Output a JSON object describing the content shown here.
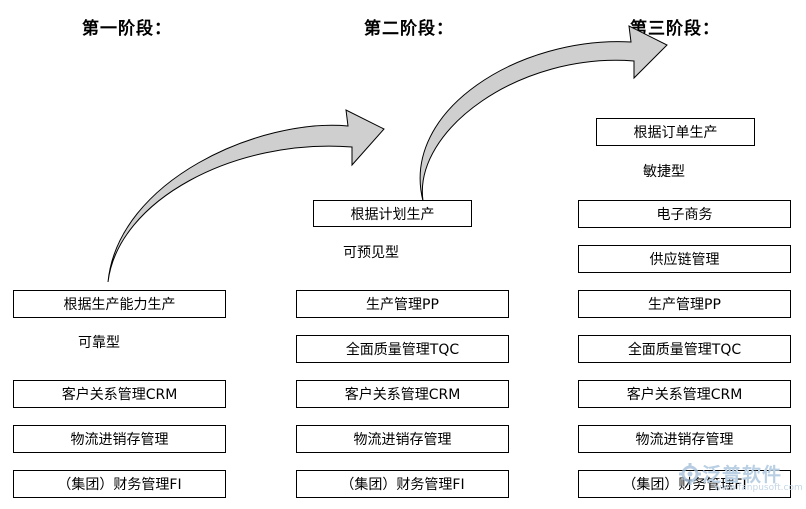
{
  "stages": [
    {
      "title": "第一阶段：",
      "top_box": "根据生产能力生产",
      "type_label": "可靠型",
      "modules": [
        "客户关系管理CRM",
        "物流进销存管理",
        "（集团）财务管理FI"
      ]
    },
    {
      "title": "第二阶段：",
      "top_box": "根据计划生产",
      "type_label": "可预见型",
      "modules": [
        "生产管理PP",
        "全面质量管理TQC",
        "客户关系管理CRM",
        "物流进销存管理",
        "（集团）财务管理FI"
      ]
    },
    {
      "title": "第三阶段：",
      "top_box": "根据订单生产",
      "type_label": "敏捷型",
      "modules": [
        "电子商务",
        "供应链管理",
        "生产管理PP",
        "全面质量管理TQC",
        "客户关系管理CRM",
        "物流进销存管理",
        "（集团）财务管理FI"
      ]
    }
  ],
  "watermark": {
    "brand": "泛普软件",
    "url": "www.fanpusoft.com",
    "icon": "gear-icon"
  },
  "colors": {
    "arrow_fill": "#cfcfcf",
    "border": "#000000",
    "watermark": "#b9cfe3"
  }
}
